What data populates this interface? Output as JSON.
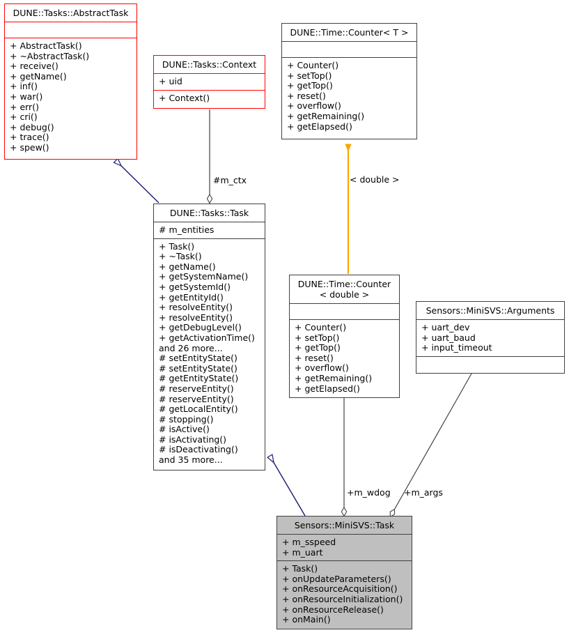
{
  "diagram": {
    "title": "UML class collaboration diagram for Sensors::MiniSVS::Task",
    "colors": {
      "inheritance_edge": "#191970",
      "instantiation_edge": "#ffa500",
      "aggregation_edge": "#404040",
      "highlight_border": "#ff0000",
      "focus_fill": "#bfbfbf",
      "default_border": "#404040",
      "text": "#000000",
      "background": "#ffffff"
    },
    "classes": [
      {
        "id": "abstract-task",
        "name": "DUNE::Tasks::AbstractTask",
        "attributes": [],
        "operations": [
          "+ AbstractTask()",
          "+ ~AbstractTask()",
          "+ receive()",
          "+ getName()",
          "+ inf()",
          "+ war()",
          "+ err()",
          "+ cri()",
          "+ debug()",
          "+ trace()",
          "+ spew()"
        ]
      },
      {
        "id": "context",
        "name": "DUNE::Tasks::Context",
        "attributes": [
          "+ uid"
        ],
        "operations": [
          "+ Context()"
        ]
      },
      {
        "id": "counter-t",
        "name": "DUNE::Time::Counter< T >",
        "attributes": [],
        "operations": [
          "+ Counter()",
          "+ setTop()",
          "+ getTop()",
          "+ reset()",
          "+ overflow()",
          "+ getRemaining()",
          "+ getElapsed()"
        ]
      },
      {
        "id": "tasks-task",
        "name": "DUNE::Tasks::Task",
        "attributes": [
          "# m_entities"
        ],
        "operations": [
          "+ Task()",
          "+ ~Task()",
          "+ getName()",
          "+ getSystemName()",
          "+ getSystemId()",
          "+ getEntityId()",
          "+ resolveEntity()",
          "+ resolveEntity()",
          "+ getDebugLevel()",
          "+ getActivationTime()",
          "and 26 more...",
          "# setEntityState()",
          "# setEntityState()",
          "# getEntityState()",
          "# reserveEntity()",
          "# reserveEntity()",
          "# getLocalEntity()",
          "# stopping()",
          "# isActive()",
          "# isActivating()",
          "# isDeactivating()",
          "and 35 more..."
        ]
      },
      {
        "id": "counter-double",
        "name_line1": "DUNE::Time::Counter",
        "name_line2": "< double >",
        "attributes": [],
        "operations": [
          "+ Counter()",
          "+ setTop()",
          "+ getTop()",
          "+ reset()",
          "+ overflow()",
          "+ getRemaining()",
          "+ getElapsed()"
        ]
      },
      {
        "id": "minisvs-arguments",
        "name": "Sensors::MiniSVS::Arguments",
        "attributes": [
          "+ uart_dev",
          "+ uart_baud",
          "+ input_timeout"
        ],
        "operations": []
      },
      {
        "id": "minisvs-task",
        "name": "Sensors::MiniSVS::Task",
        "attributes": [
          "+ m_sspeed",
          "+ m_uart"
        ],
        "operations": [
          "+ Task()",
          "+ onUpdateParameters()",
          "+ onResourceAcquisition()",
          "+ onResourceInitialization()",
          "+ onResourceRelease()",
          "+ onMain()"
        ]
      }
    ],
    "edges": [
      {
        "id": "edge-task-inherits-abstracttask",
        "from": "tasks-task",
        "to": "abstract-task",
        "type": "inheritance",
        "label": ""
      },
      {
        "id": "edge-task-has-context",
        "from": "context",
        "to": "tasks-task",
        "type": "aggregation",
        "label": "#m_ctx"
      },
      {
        "id": "edge-counterdouble-instantiates-countert",
        "from": "counter-double",
        "to": "counter-t",
        "type": "instantiation",
        "label": "< double >"
      },
      {
        "id": "edge-minisvstask-inherits-task",
        "from": "minisvs-task",
        "to": "tasks-task",
        "type": "inheritance",
        "label": ""
      },
      {
        "id": "edge-minisvstask-has-wdog",
        "from": "counter-double",
        "to": "minisvs-task",
        "type": "aggregation",
        "label": "+m_wdog"
      },
      {
        "id": "edge-minisvstask-has-args",
        "from": "minisvs-arguments",
        "to": "minisvs-task",
        "type": "aggregation",
        "label": "+m_args"
      }
    ]
  }
}
